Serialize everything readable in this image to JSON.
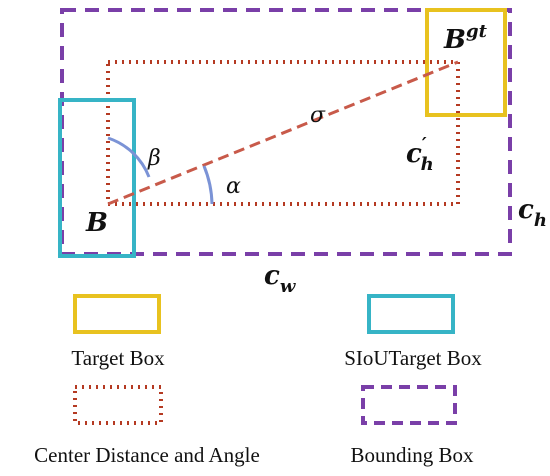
{
  "diagram": {
    "labels": {
      "box_b": "B",
      "box_gt_base": "B",
      "box_gt_sup": "gt",
      "sigma": "σ",
      "beta": "β",
      "alpha": "α",
      "ch_prime_base": "c",
      "ch_prime_sup": "′",
      "ch_prime_sub": "h",
      "ch_base": "c",
      "ch_sub": "h",
      "cw_base": "c",
      "cw_sub": "w"
    },
    "legend": [
      {
        "label": "Target Box",
        "color": "#e8c21f",
        "style": "solid"
      },
      {
        "label": "SIoUTarget Box",
        "color": "#36b4c6",
        "style": "solid"
      },
      {
        "label": "Center Distance and Angle",
        "color": "#b53a22",
        "style": "dotted"
      },
      {
        "label": "Bounding Box",
        "color": "#7a3fa8",
        "style": "dashed"
      }
    ],
    "colors": {
      "target_box": "#e8c21f",
      "predicted_box": "#36b4c6",
      "center_rect": "#b53a22",
      "bounding_box": "#7a3fa8",
      "center_line": "#c85a4a",
      "angle_arc": "#7b93d6"
    }
  }
}
